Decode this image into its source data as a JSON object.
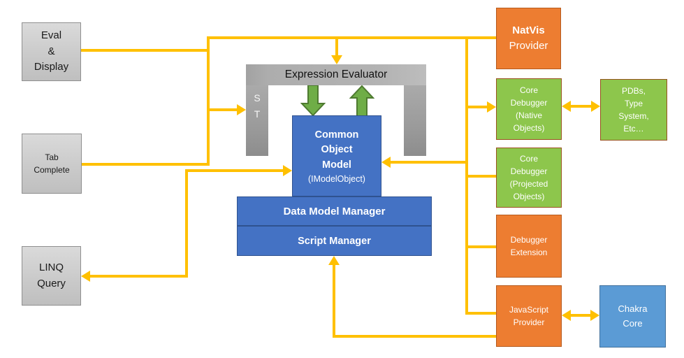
{
  "colors": {
    "connector_gold": "#FFC000",
    "node_orange": "#ED7D31",
    "node_green": "#8DC64C",
    "node_blue": "#4472C4",
    "node_light_blue": "#5B9BD5",
    "node_gray": "#CCCCCC",
    "green_arrow_fill": "#6FAD47",
    "green_arrow_border": "#4E7A30"
  },
  "nodes": {
    "eval_display": {
      "label": "Eval\n&\nDisplay"
    },
    "tab_complete": {
      "label": "Tab\nComplete"
    },
    "linq_query": {
      "label": "LINQ\nQuery"
    },
    "ast": {
      "label": "A\nS\nT"
    },
    "expression_evaluator": {
      "label": "Expression Evaluator"
    },
    "common_object_model": {
      "title": "Common\nObject\nModel",
      "subtitle": "(IModelObject)"
    },
    "data_model_manager": {
      "label": "Data Model Manager"
    },
    "script_manager": {
      "label": "Script Manager"
    },
    "natvis_provider": {
      "title": "NatVis",
      "subtitle": "Provider"
    },
    "core_debugger_native": {
      "label": "Core\nDebugger\n(Native\nObjects)"
    },
    "pdbs_type_system": {
      "label": "PDBs,\nType\nSystem,\nEtc…"
    },
    "core_debugger_projected": {
      "label": "Core\nDebugger\n(Projected\nObjects)"
    },
    "debugger_extension": {
      "label": "Debugger\nExtension"
    },
    "javascript_provider": {
      "label": "JavaScript\nProvider"
    },
    "chakra_core": {
      "label": "Chakra\nCore"
    }
  }
}
